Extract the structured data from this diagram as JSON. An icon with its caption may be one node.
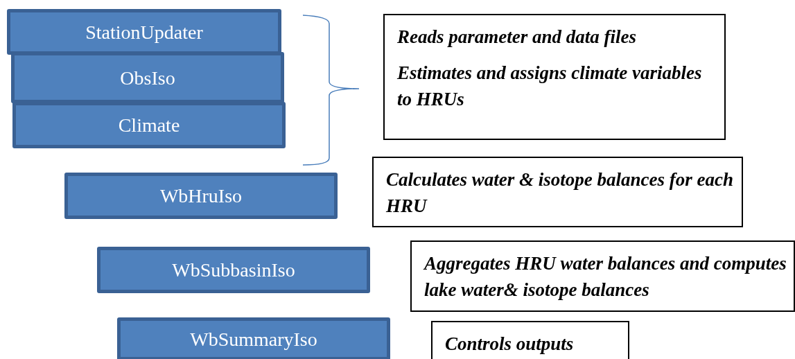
{
  "diagram": {
    "nodes": [
      {
        "text": [
          "StationUpdater"
        ]
      },
      {
        "text": [
          "ObsIso"
        ]
      },
      {
        "text": [
          "Climate"
        ]
      },
      {
        "text": [
          "Reads parameter and data files",
          "Estimates and assigns climate variables to HRUs"
        ]
      },
      {
        "text": [
          "WbHruIso"
        ]
      },
      {
        "text": [
          "Calculates water & isotope balances for each HRU"
        ]
      },
      {
        "text": [
          "WbSubbasinIso"
        ]
      },
      {
        "text": [
          "Aggregates HRU water balances and computes lake water& isotope balances"
        ]
      },
      {
        "text": [
          "WbSummaryIso"
        ]
      },
      {
        "text": [
          "Controls outputs"
        ]
      }
    ]
  }
}
